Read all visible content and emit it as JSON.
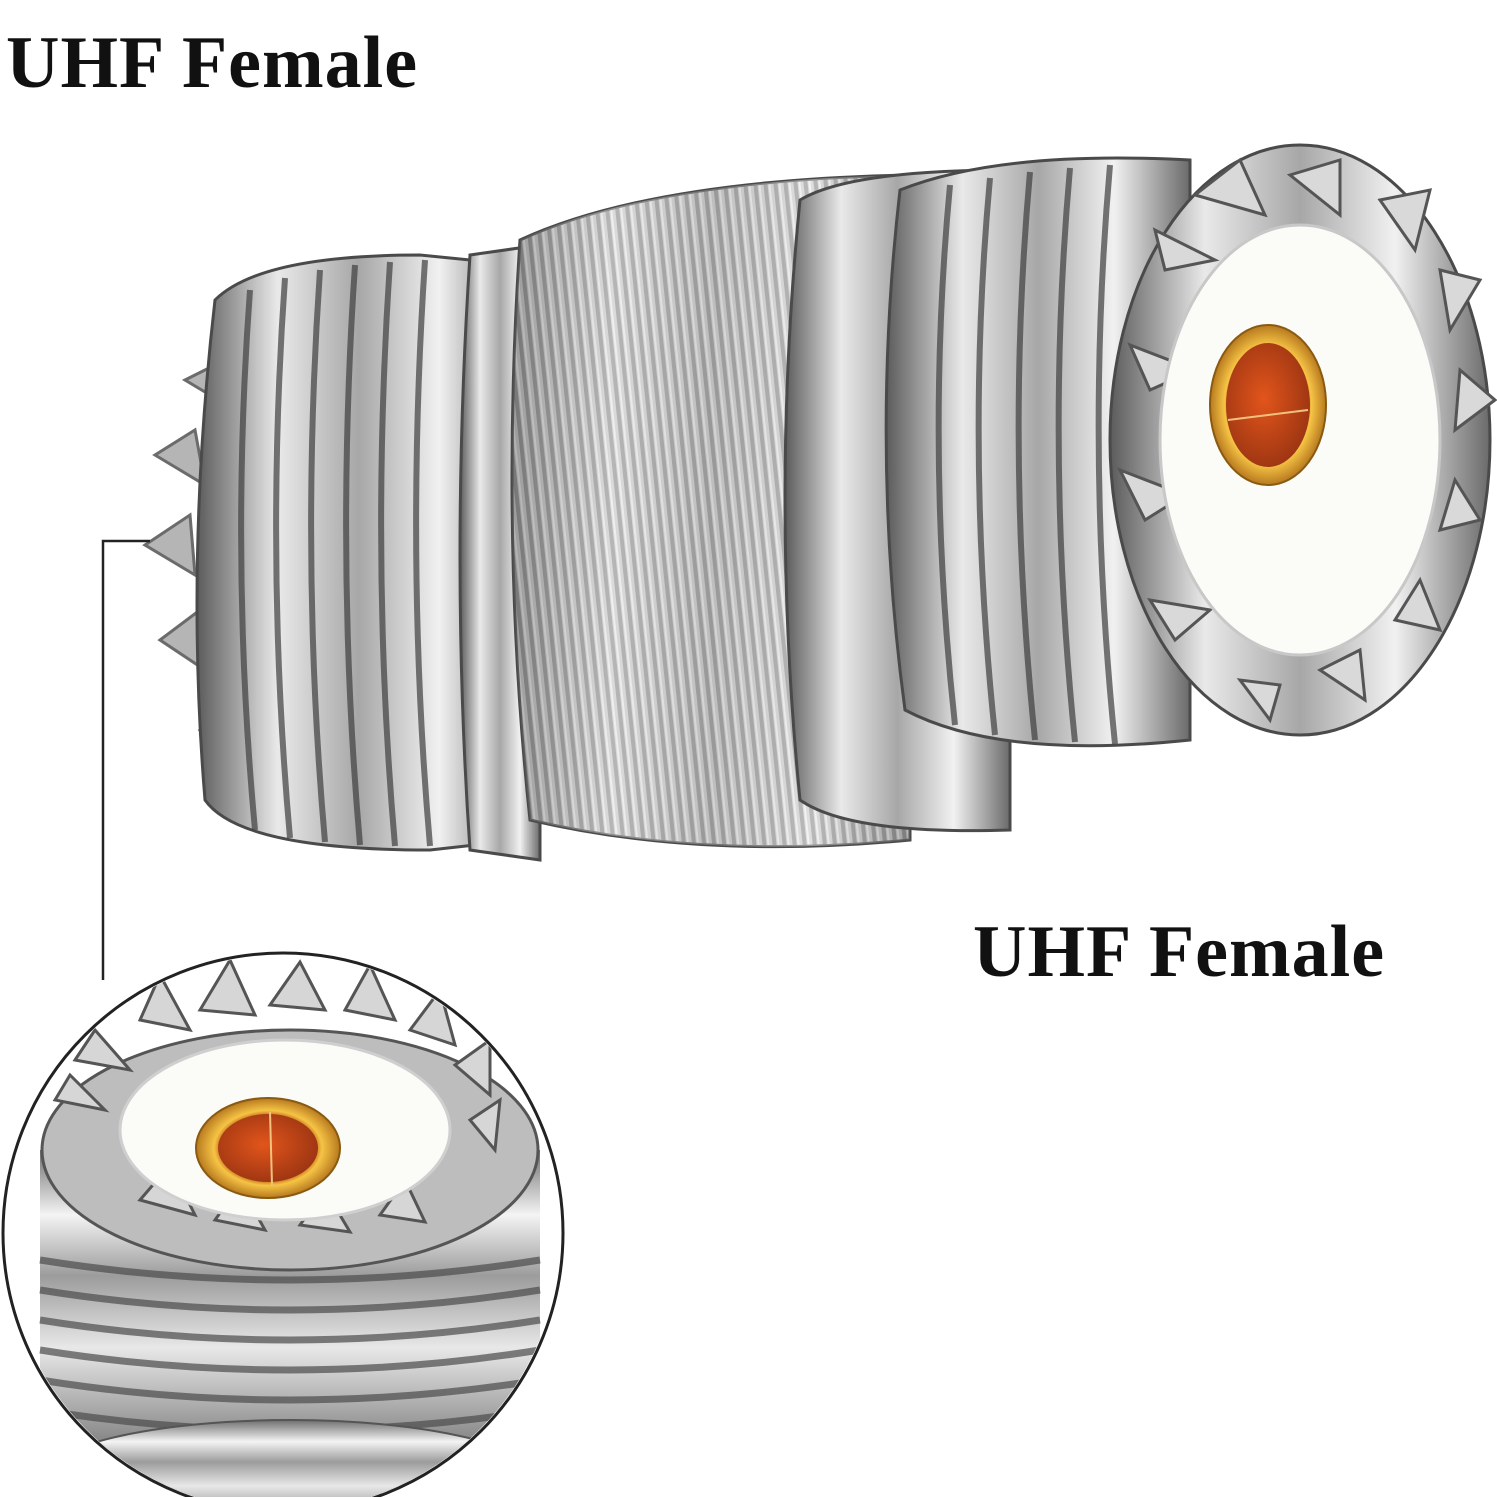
{
  "labels": {
    "top_left": "UHF Female",
    "bottom_right": "UHF Female"
  },
  "colors": {
    "background": "#ffffff",
    "text": "#111111",
    "metal_light": "#f2f2f2",
    "metal_mid": "#b9b9b9",
    "metal_dark": "#555555",
    "insulator": "#fbfbf8",
    "contact_gold": "#e0a81e",
    "contact_core": "#c2410c"
  },
  "icons": {
    "connector": "uhf-female-barrel-connector",
    "zoom": "magnified-connector-end"
  }
}
